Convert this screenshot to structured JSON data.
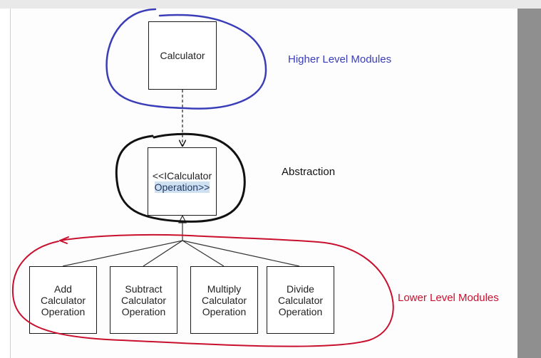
{
  "colors": {
    "higher": "#3a3db8",
    "lower": "#c8102e",
    "abstraction": "#111111",
    "highlight": "#cfe0f1"
  },
  "diagram": {
    "calculator": "Calculator",
    "interface_line1": "<<ICalculator",
    "interface_line2": "Operation>>",
    "modules": [
      {
        "label": "Add\nCalculator\nOperation"
      },
      {
        "label": "Subtract\nCalculator\nOperation"
      },
      {
        "label": "Multiply\nCalculator\nOperation"
      },
      {
        "label": "Divide\nCalculator\nOperation"
      }
    ]
  },
  "annotations": {
    "higher": "Higher Level Modules",
    "abstraction": "Abstraction",
    "lower": "Lower Level Modules"
  }
}
